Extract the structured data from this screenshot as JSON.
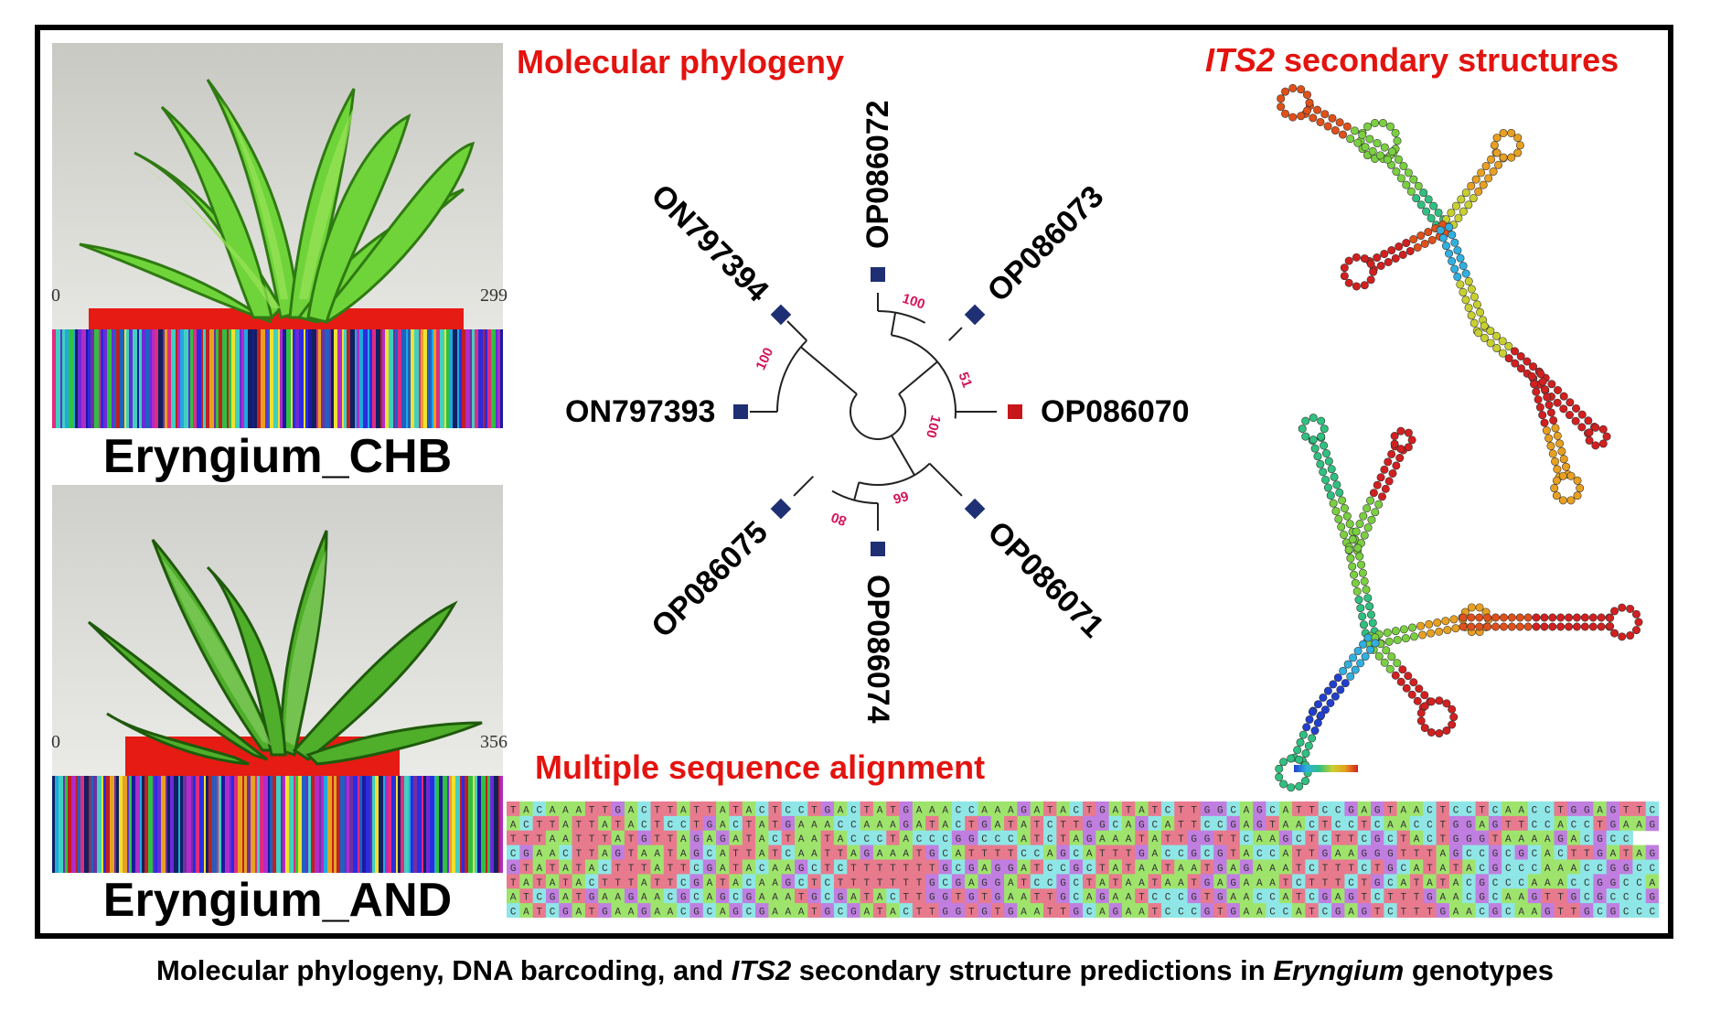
{
  "panels": {
    "phylogeny_title": "Molecular phylogeny",
    "its2_title_italic": "ITS2",
    "its2_title_rest": " secondary structures",
    "msa_title": "Multiple sequence alignment"
  },
  "samples": [
    {
      "name": "Eryngium_CHB",
      "scale_start": "0",
      "scale_end": "299"
    },
    {
      "name": "Eryngium_AND",
      "scale_start": "0",
      "scale_end": "356"
    }
  ],
  "tree": {
    "leaves": [
      {
        "label": "OP086072",
        "color": "#1f2f73"
      },
      {
        "label": "OP086073",
        "color": "#1f2f73"
      },
      {
        "label": "OP086070",
        "color": "#c8171a"
      },
      {
        "label": "OP086071",
        "color": "#1f2f73"
      },
      {
        "label": "OP086074",
        "color": "#1f2f73"
      },
      {
        "label": "OP086075",
        "color": "#1f2f73"
      },
      {
        "label": "ON797393",
        "color": "#1f2f73"
      },
      {
        "label": "ON797394",
        "color": "#1f2f73"
      }
    ],
    "bootstrap": [
      "100",
      "51",
      "100",
      "66",
      "80",
      "100"
    ],
    "bootstrap_color": "#d4145a"
  },
  "msa": {
    "rows": [
      "TACAAATTGACTTATTATACTCCTGACTATGAAACCAAAGATACTGATATCTTGGCAGCATTCCGAGTAACTCCTCAACCTGGAGTTC",
      "ACTTATTATACTCCTGACTATGAAACCAAAGATACTGATATCTTGGCAGCATTCCGAGTAACTCCTCAACCTGGAGTTCCACCTGAAG",
      "TTTAATTTATGTTAGAGATACTAATACCCTACCCGGCCCATCTAGAAATATTGGTTCAAGCTCTTCGCTACTGGGTAAAAGACGCC",
      "CGAACTTAGTAATAGCATTATCAATTAGAAATGCATTTTCCAGCATTTGACCGCGTACCATTGAAGGGTTTAGCCGCGCACTTGATAG",
      "GTATATACTTTATTCGATACAAGCTCTTTTTTTGCGAGGATCCGCTATAATAATGAGAAATCTTTCTGCATATACGCCCAAACCGGCC",
      "TATATACTTTATTCGATACAAGCTCTTTTTTTGCGAGGATCCGCTATAATAATGAGAAATCTTTCTGCATATACGCCCAAACCGGCCA",
      "ATCGATGAAGAACGCAGCGAAATGCGATACTTGGTGTGAATTGCAGAATCCCGTGAACCATCGAGTCTTTGAACGCAAGTTGCGCCCG",
      "CATCGATGAAGAACGCAGCGAAATGCGATACTTGGTGTGAATTGCAGAATCCCGTGAACCATCGAGTCTTTGAACGCAAGTTGCGCCC"
    ],
    "base_colors": {
      "A": "#9ee46c",
      "C": "#8fe6e6",
      "G": "#c07ee0",
      "T": "#e87a8e"
    }
  },
  "caption": {
    "p1": "Molecular phylogeny, DNA barcoding, and ",
    "i1": "ITS2",
    "p2": " secondary structure predictions in ",
    "i2": "Eryngium",
    "p3": " genotypes"
  }
}
